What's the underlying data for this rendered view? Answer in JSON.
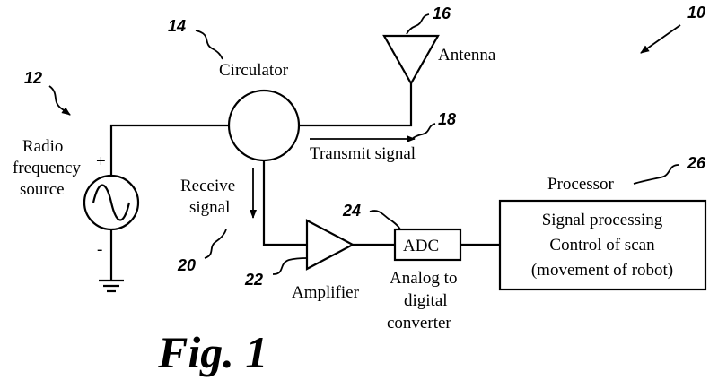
{
  "figure_title": "Fig. 1",
  "references": {
    "system": "10",
    "source": "12",
    "circulator": "14",
    "antenna": "16",
    "transmit": "18",
    "receive": "20",
    "amplifier": "22",
    "adc": "24",
    "processor": "26"
  },
  "labels": {
    "source_line1": "Radio",
    "source_line2": "frequency",
    "source_line3": "source",
    "plus": "+",
    "minus": "-",
    "circulator": "Circulator",
    "antenna": "Antenna",
    "transmit_signal": "Transmit signal",
    "receive_line1": "Receive",
    "receive_line2": "signal",
    "amplifier": "Amplifier",
    "adc": "ADC",
    "adc_desc_line1": "Analog to",
    "adc_desc_line2": "digital",
    "adc_desc_line3": "converter",
    "processor": "Processor",
    "processor_line1": "Signal processing",
    "processor_line2": "Control of scan",
    "processor_line3": "(movement of robot)"
  }
}
